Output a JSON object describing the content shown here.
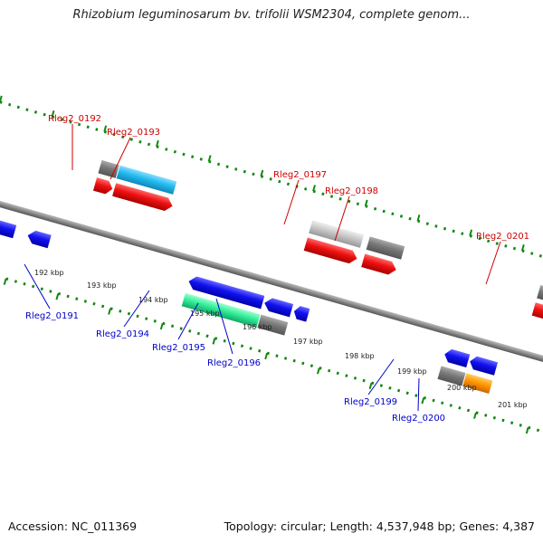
{
  "title": "Rhizobium leguminosarum bv. trifolii WSM2304, complete genom...",
  "footer": {
    "accession": "Accession: NC_011369",
    "summary": "Topology: circular; Length: 4,537,948 bp; Genes: 4,387"
  },
  "colors": {
    "forward_label": "#cc0000",
    "reverse_label": "#0000cc",
    "red_gene": "#ee1111",
    "blue_gene": "#1111ee",
    "grey_gene": "#777777",
    "light_grey_gene": "#c8c8c8",
    "cyan_gene": "#22bbee",
    "green_gene": "#33ee99",
    "orange_gene": "#ff9900",
    "tick": "#118811",
    "backbone": "#888888"
  },
  "scale_labels": [
    "192 kbp",
    "193 kbp",
    "194 kbp",
    "195 kbp",
    "196 kbp",
    "197 kbp",
    "198 kbp",
    "199 kbp",
    "200 kbp",
    "201 kbp"
  ],
  "forward_genes": [
    "Rleg2_0192",
    "Rleg2_0193",
    "Rleg2_0197",
    "Rleg2_0198",
    "Rleg2_0201"
  ],
  "reverse_genes": [
    "Rleg2_0191",
    "Rleg2_0194",
    "Rleg2_0195",
    "Rleg2_0196",
    "Rleg2_0199",
    "Rleg2_0200"
  ]
}
